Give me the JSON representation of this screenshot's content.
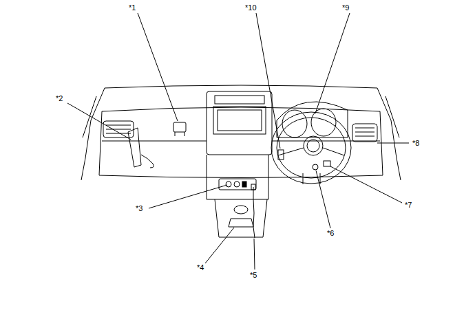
{
  "diagram": {
    "labels": [
      "*1",
      "*10",
      "*9",
      "*2",
      "*8",
      "*7",
      "*3",
      "*6",
      "*4",
      "*5"
    ]
  }
}
